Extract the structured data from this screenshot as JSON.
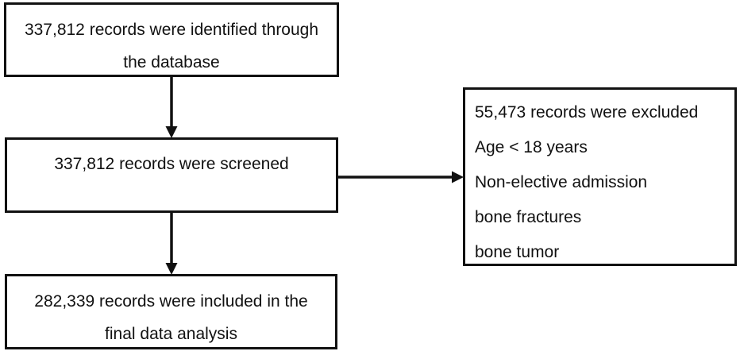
{
  "diagram": {
    "boxes": {
      "identified": {
        "lines": [
          "337,812 records were identified through",
          "the database"
        ]
      },
      "screened": {
        "lines": [
          "337,812 records were screened"
        ]
      },
      "excluded": {
        "lines": [
          "55,473 records were excluded",
          "Age < 18 years",
          "Non-elective admission",
          "bone fractures",
          "bone tumor"
        ]
      },
      "included": {
        "lines": [
          "282,339 records were included in the",
          "final data analysis"
        ]
      }
    },
    "colors": {
      "stroke": "#111111",
      "text": "#111111",
      "background": "#ffffff"
    }
  }
}
